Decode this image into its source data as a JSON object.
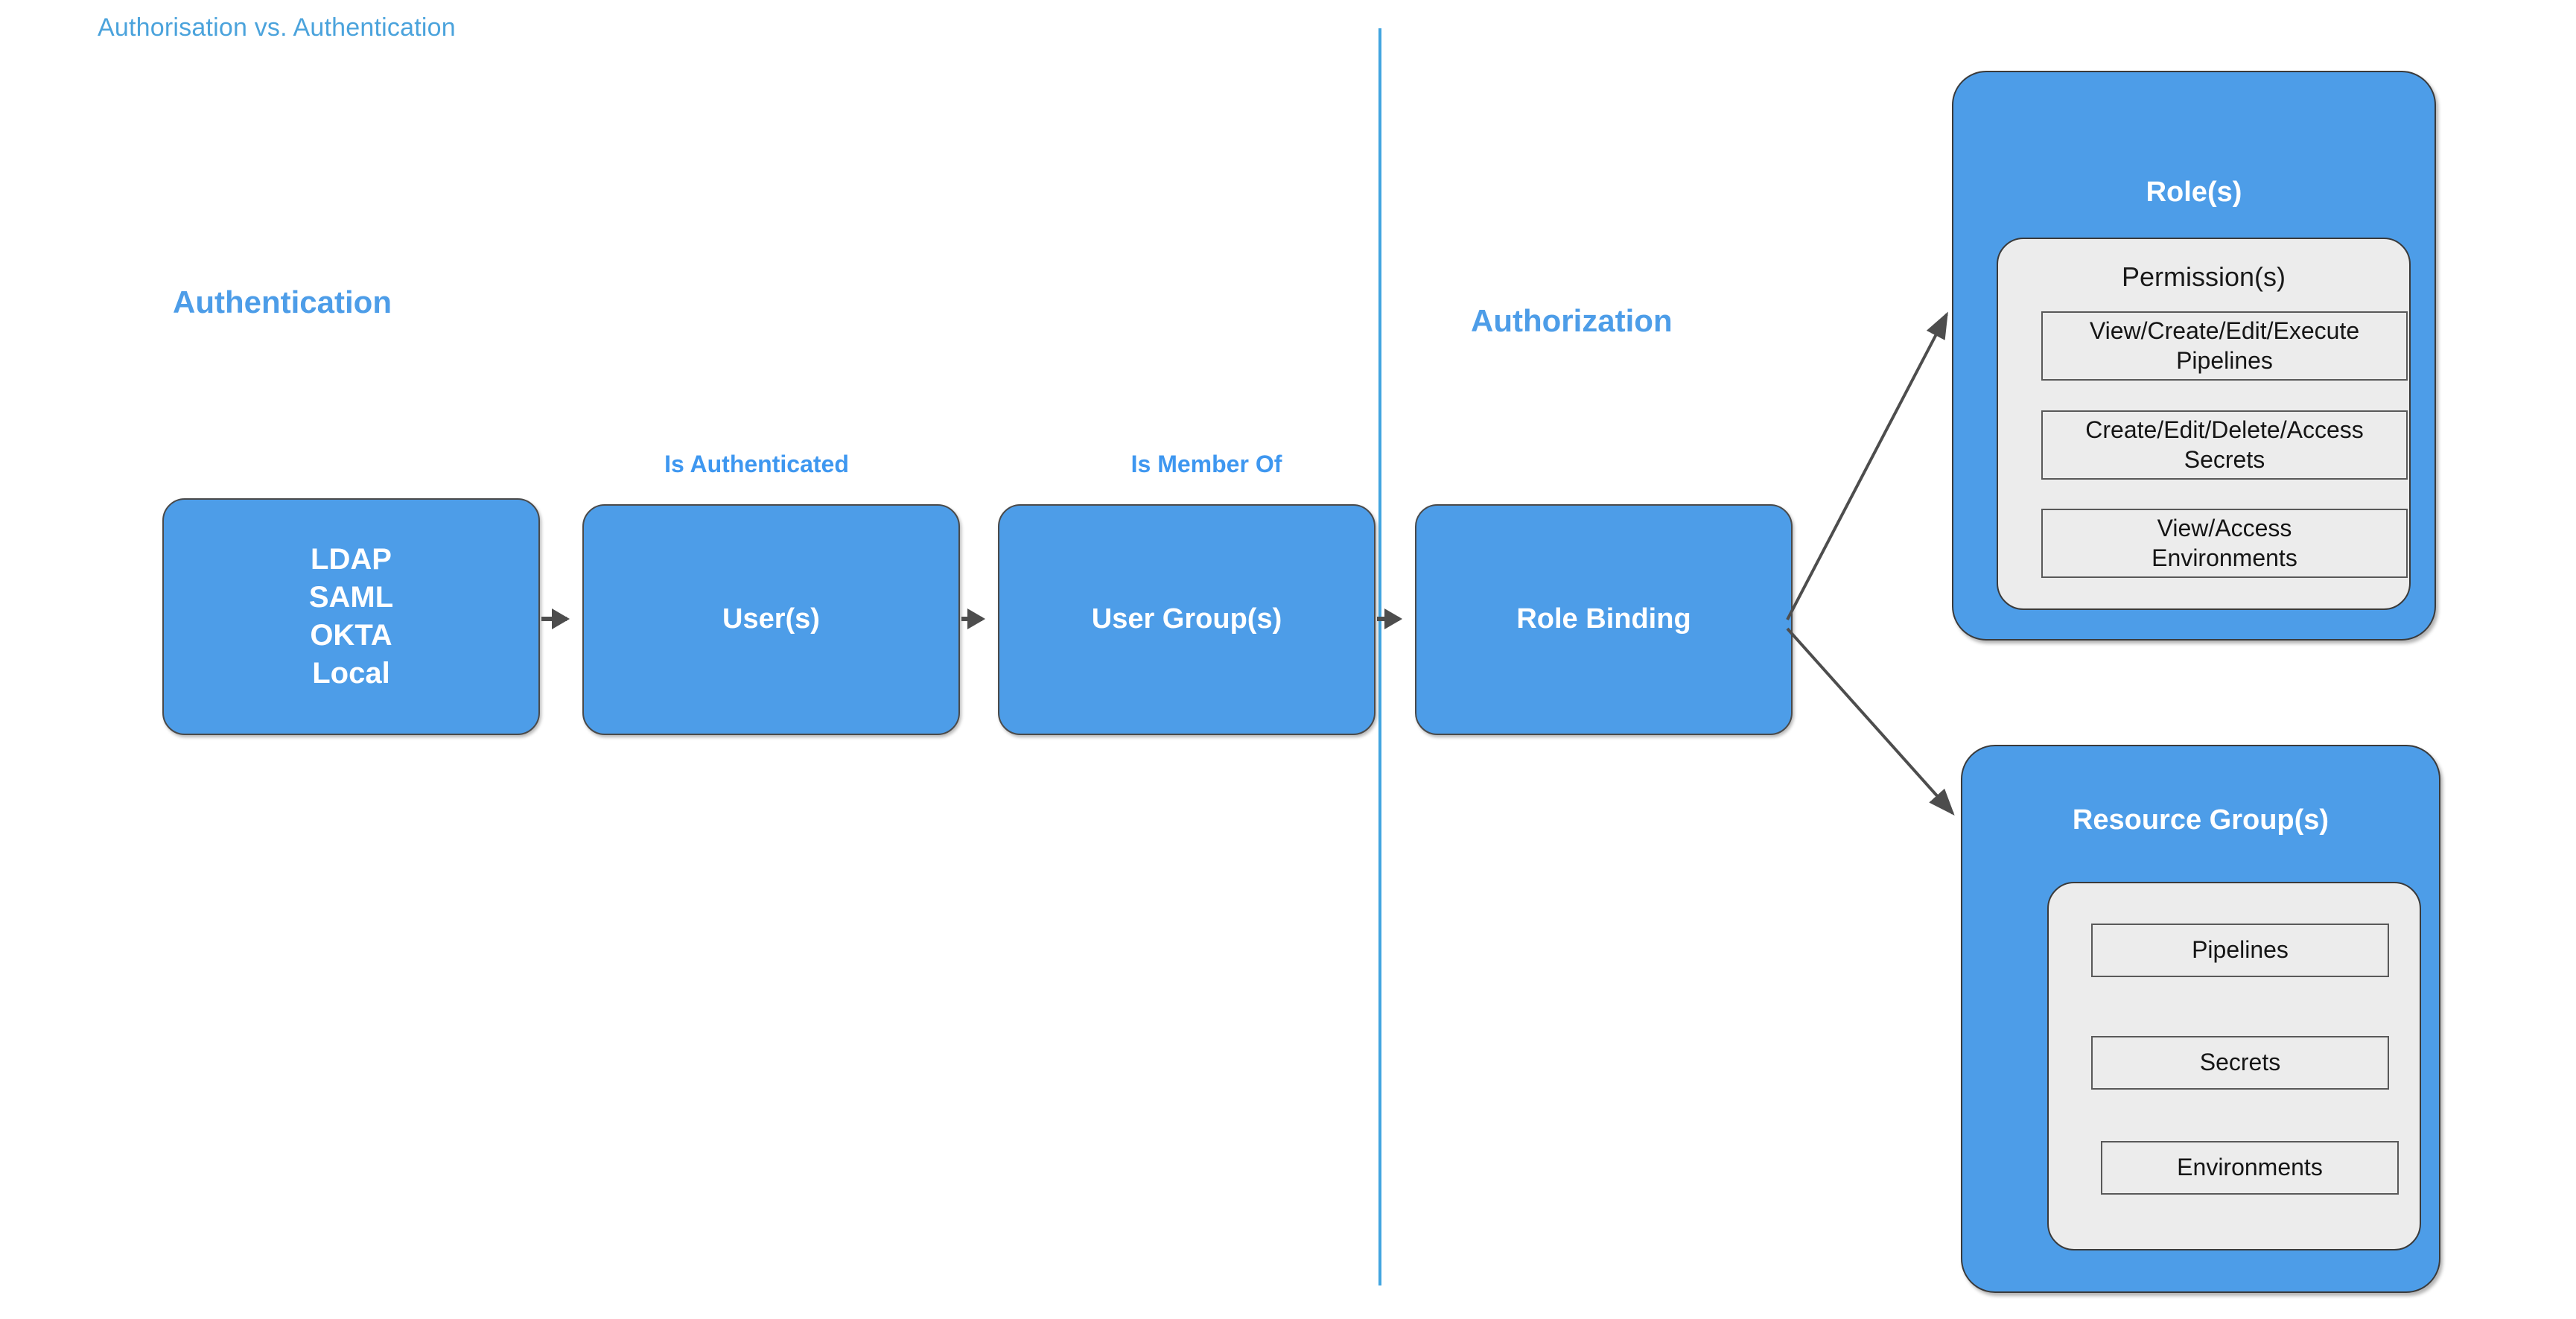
{
  "title": "Authorisation vs. Authentication",
  "sections": {
    "authentication_heading": "Authentication",
    "authorization_heading": "Authorization"
  },
  "edge_labels": {
    "is_authenticated": "Is Authenticated",
    "is_member_of": "Is Member Of"
  },
  "flow": [
    {
      "id": "identity-providers",
      "text": "LDAP\nSAML\nOKTA\nLocal"
    },
    {
      "id": "users",
      "text": "User(s)"
    },
    {
      "id": "user-groups",
      "text": "User Group(s)"
    },
    {
      "id": "role-binding",
      "text": "Role Binding"
    }
  ],
  "roles_panel": {
    "title": "Role(s)",
    "inner_label": "Permission(s)",
    "permissions": [
      "View/Create/Edit/Execute\nPipelines",
      "Create/Edit/Delete/Access\nSecrets",
      "View/Access\nEnvironments"
    ]
  },
  "resource_groups_panel": {
    "title": "Resource Group(s)",
    "resources": [
      "Pipelines",
      "Secrets",
      "Environments"
    ]
  },
  "colors": {
    "brand_blue": "#4D9DE8",
    "title_blue": "#4BA3DC",
    "divider_blue": "#42A5E0",
    "panel_inner_gray": "#ececec",
    "arrow_gray": "#4d4d4d"
  }
}
